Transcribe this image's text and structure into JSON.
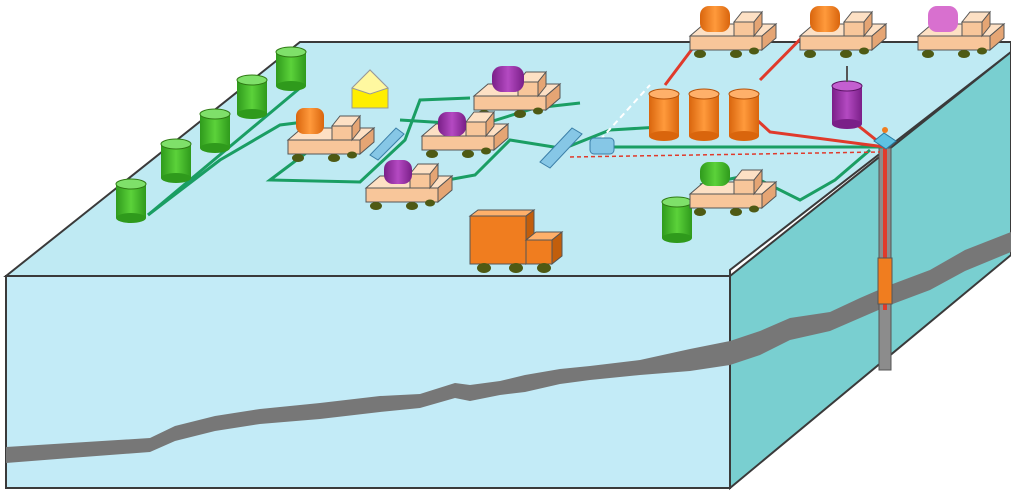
{
  "scene": {
    "colors": {
      "top_surface": "#bfeaf3",
      "front_face": "#c3ebf7",
      "right_face": "#79cfd0",
      "outline": "#3a3a3a",
      "rock_layer": "#777777",
      "green_flowline": "#1a9e63",
      "red_flowline": "#e03a2b",
      "green_tank": "#4cbb2f",
      "orange_tank": "#f07d1f",
      "purple_tank": "#9a2fa7",
      "pink_tank": "#d870cf",
      "yellow_tank": "#ffee00",
      "skid_base": "#f8c69a",
      "wheel": "#4e5a14"
    },
    "components": [
      "green-storage-tank",
      "orange-storage-tank",
      "purple-vessel",
      "pump-skid",
      "pipeline-valve",
      "wellhead",
      "well-casing",
      "transport-truck"
    ]
  }
}
